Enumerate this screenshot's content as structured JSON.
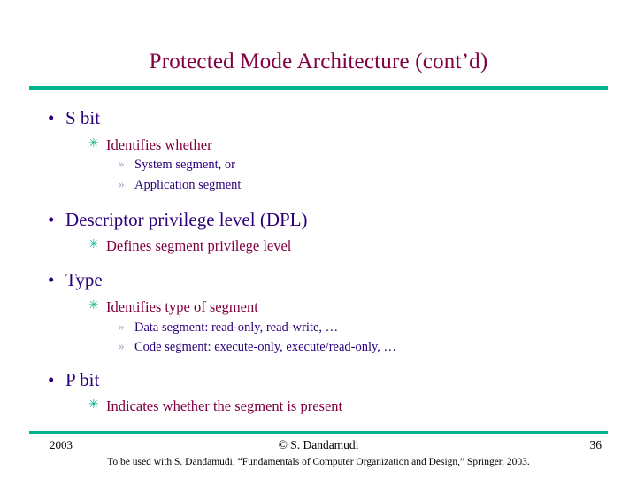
{
  "slide": {
    "title": "Protected Mode Architecture (cont’d)",
    "accent_color": "#00b289",
    "title_color": "#800040",
    "level1_color": "#2a007a",
    "level2_color": "#800040",
    "bullets": {
      "level1_glyph": "•",
      "level2_glyph": "✳",
      "level3_glyph": "»"
    },
    "items": [
      {
        "level": 1,
        "text": "S bit"
      },
      {
        "level": 2,
        "text": "Identifies whether"
      },
      {
        "level": 3,
        "text": "System segment, or"
      },
      {
        "level": 3,
        "text": "Application segment"
      },
      {
        "level": 1,
        "text": "Descriptor privilege level (DPL)"
      },
      {
        "level": 2,
        "text": "Defines segment privilege level"
      },
      {
        "level": 1,
        "text": "Type"
      },
      {
        "level": 2,
        "text": "Identifies type of segment"
      },
      {
        "level": 3,
        "text": "Data segment: read-only, read-write, …"
      },
      {
        "level": 3,
        "text": "Code segment: execute-only, execute/read-only, …"
      },
      {
        "level": 1,
        "text": "P bit"
      },
      {
        "level": 2,
        "text": "Indicates whether the segment is present"
      }
    ]
  },
  "footer": {
    "year": "2003",
    "center": "© S. Dandamudi",
    "page": "36",
    "note": "To be used with S. Dandamudi, “Fundamentals of Computer Organization and Design,” Springer, 2003."
  }
}
